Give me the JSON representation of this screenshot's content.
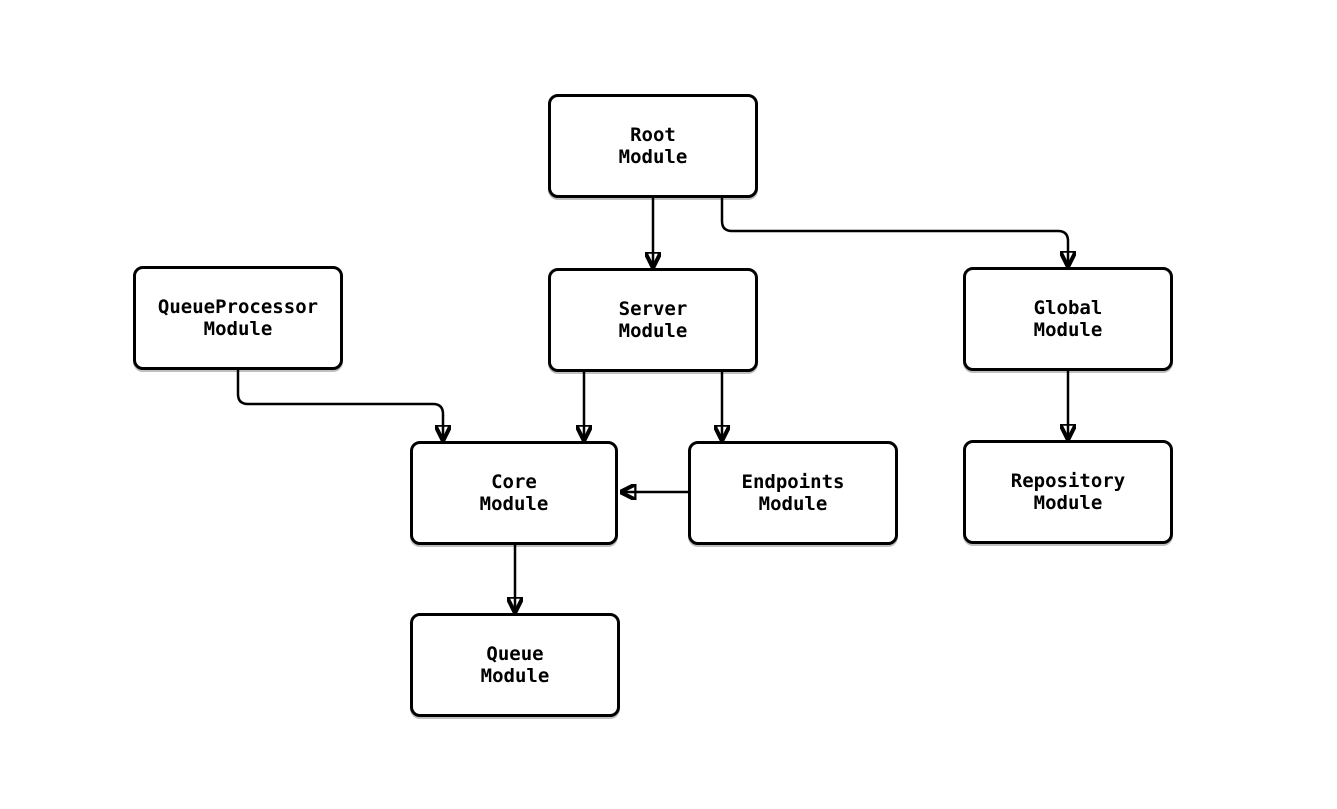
{
  "diagram": {
    "type": "module-dependency-flowchart",
    "background_color": "#ffffff",
    "node_fill_color": "#ffffff",
    "node_border_color": "#000000",
    "edge_color": "#000000",
    "text_color": "#000000",
    "nodes": [
      {
        "id": "root",
        "label": "Root\nModule"
      },
      {
        "id": "server",
        "label": "Server\nModule"
      },
      {
        "id": "global",
        "label": "Global\nModule"
      },
      {
        "id": "queueprocessor",
        "label": "QueueProcessor\nModule"
      },
      {
        "id": "core",
        "label": "Core\nModule"
      },
      {
        "id": "endpoints",
        "label": "Endpoints\nModule"
      },
      {
        "id": "repository",
        "label": "Repository\nModule"
      },
      {
        "id": "queue",
        "label": "Queue\nModule"
      }
    ],
    "edges": [
      {
        "from": "root",
        "to": "server"
      },
      {
        "from": "root",
        "to": "global"
      },
      {
        "from": "queueprocessor",
        "to": "core"
      },
      {
        "from": "server",
        "to": "core"
      },
      {
        "from": "server",
        "to": "endpoints"
      },
      {
        "from": "endpoints",
        "to": "core"
      },
      {
        "from": "global",
        "to": "repository"
      },
      {
        "from": "core",
        "to": "queue"
      }
    ]
  }
}
